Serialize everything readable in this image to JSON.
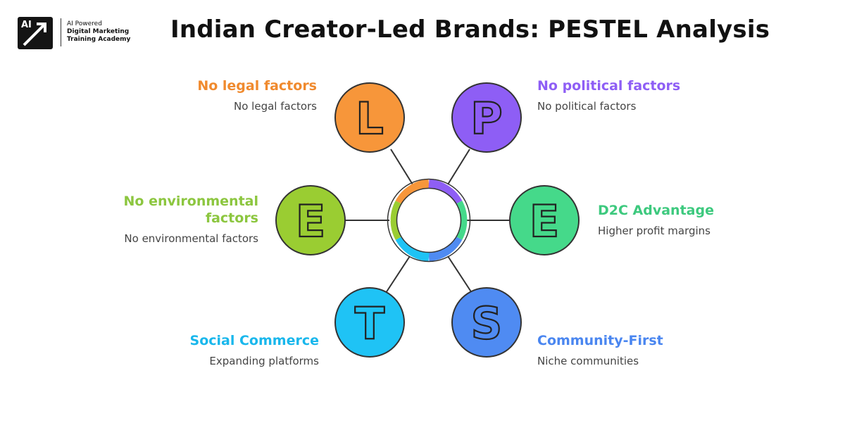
{
  "header": {
    "title": "Indian Creator-Led Brands: PESTEL Analysis",
    "logo": {
      "badge": "AI",
      "line1": "AI Powered",
      "line2": "Digital Marketing",
      "line3": "Training Academy"
    }
  },
  "factors": {
    "legal": {
      "letter": "L",
      "heading": "No legal factors",
      "desc": "No legal factors",
      "color": "#F7963A"
    },
    "political": {
      "letter": "P",
      "heading": "No political factors",
      "desc": "No political factors",
      "color": "#8E5EF5"
    },
    "environmental": {
      "letter": "E",
      "heading_line1": "No environmental",
      "heading_line2": "factors",
      "desc": "No environmental factors",
      "color": "#9ACD32"
    },
    "economic": {
      "letter": "E",
      "heading": "D2C Advantage",
      "desc": "Higher profit margins",
      "color": "#45D98A"
    },
    "technological": {
      "letter": "T",
      "heading": "Social Commerce",
      "desc": "Expanding platforms",
      "color": "#1FC3F5"
    },
    "social": {
      "letter": "S",
      "heading": "Community-First",
      "desc": "Niche communities",
      "color": "#4F8BF2"
    }
  },
  "colors": {
    "legal_text": "#F08A2E",
    "political_text": "#8E5EF5",
    "environmental_text": "#8CC63F",
    "economic_text": "#3DC97E",
    "technological_text": "#19B7EC",
    "social_text": "#4A86F0"
  }
}
